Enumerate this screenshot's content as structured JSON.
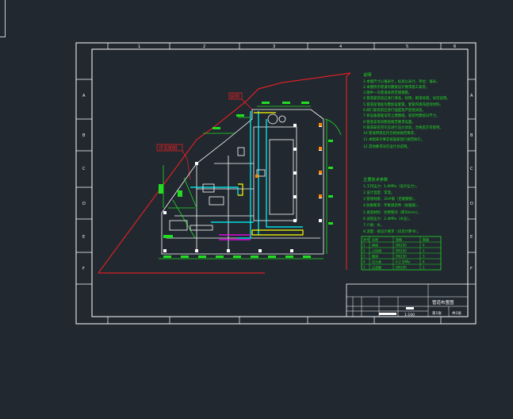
{
  "colors": {
    "background": "#212830",
    "frame": "#ffffff",
    "green": "#22dd22",
    "cyan": "#00ffff",
    "red": "#ff2020",
    "yellow": "#ffff00",
    "magenta": "#ff00ff"
  },
  "border": {
    "col_numbers": [
      "1",
      "2",
      "3",
      "4",
      "5",
      "6"
    ],
    "row_letters": [
      "A",
      "B",
      "C",
      "D",
      "E",
      "F"
    ]
  },
  "annotations": {
    "red_label_1": "说明",
    "red_label_2": "详见图纸"
  },
  "notes": {
    "title": "说明",
    "lines": [
      "1.本图尺寸以毫米计，标高以米计，单位：毫米。",
      "2.本图所示管道均需按设计要求施工安装。",
      "3.图中一号管道采用无缝钢管。",
      "4.管道安装前应进行清洗，除锈，刷漆处理，详见说明。",
      "5.管道穿墙处均需加设套管，套管内填充密封材料。",
      "6.阀门安装前应进行强度及严密性试验。",
      "7.各设备基础详见土建图纸，安装时需核对尺寸。",
      "8.管道支架间距按规范要求设置。",
      "9.管道安装完毕应进行压力试验，合格后方可使用。",
      "10.管道焊接应符合相关规范要求。",
      "11.本图未尽事宜按国家现行规范执行。",
      "12.其他要求详见设计总说明。"
    ]
  },
  "specs": {
    "title": "主要技术参数",
    "lines": [
      "1.工作压力：1.6MPa（设计压力）。",
      "2.设计温度：常温。",
      "3.管道材质：20#钢（无缝钢管）。",
      "4.防腐要求：环氧煤沥青（加强级）。",
      "5.保温材料：岩棉管壳（厚50mm）。",
      "6.试验压力：2.4MPa（水压）。",
      "7.介质：水。",
      "8.流量：按设计要求（详见计算书）。"
    ]
  },
  "legend": {
    "rows": [
      [
        "序号",
        "名称",
        "规格",
        "数量"
      ],
      [
        "1",
        "闸阀",
        "DN100",
        "4"
      ],
      [
        "2",
        "止回阀",
        "DN100",
        "2"
      ],
      [
        "3",
        "蝶阀",
        "DN150",
        "3"
      ],
      [
        "4",
        "压力表",
        "0-2.5MPa",
        "6"
      ],
      [
        "5",
        "过滤器",
        "DN100",
        "2"
      ]
    ]
  },
  "title_block": {
    "drawing_name": "管道布置图",
    "scale": "1:100",
    "sheet": "第1张",
    "total": "共1张"
  }
}
